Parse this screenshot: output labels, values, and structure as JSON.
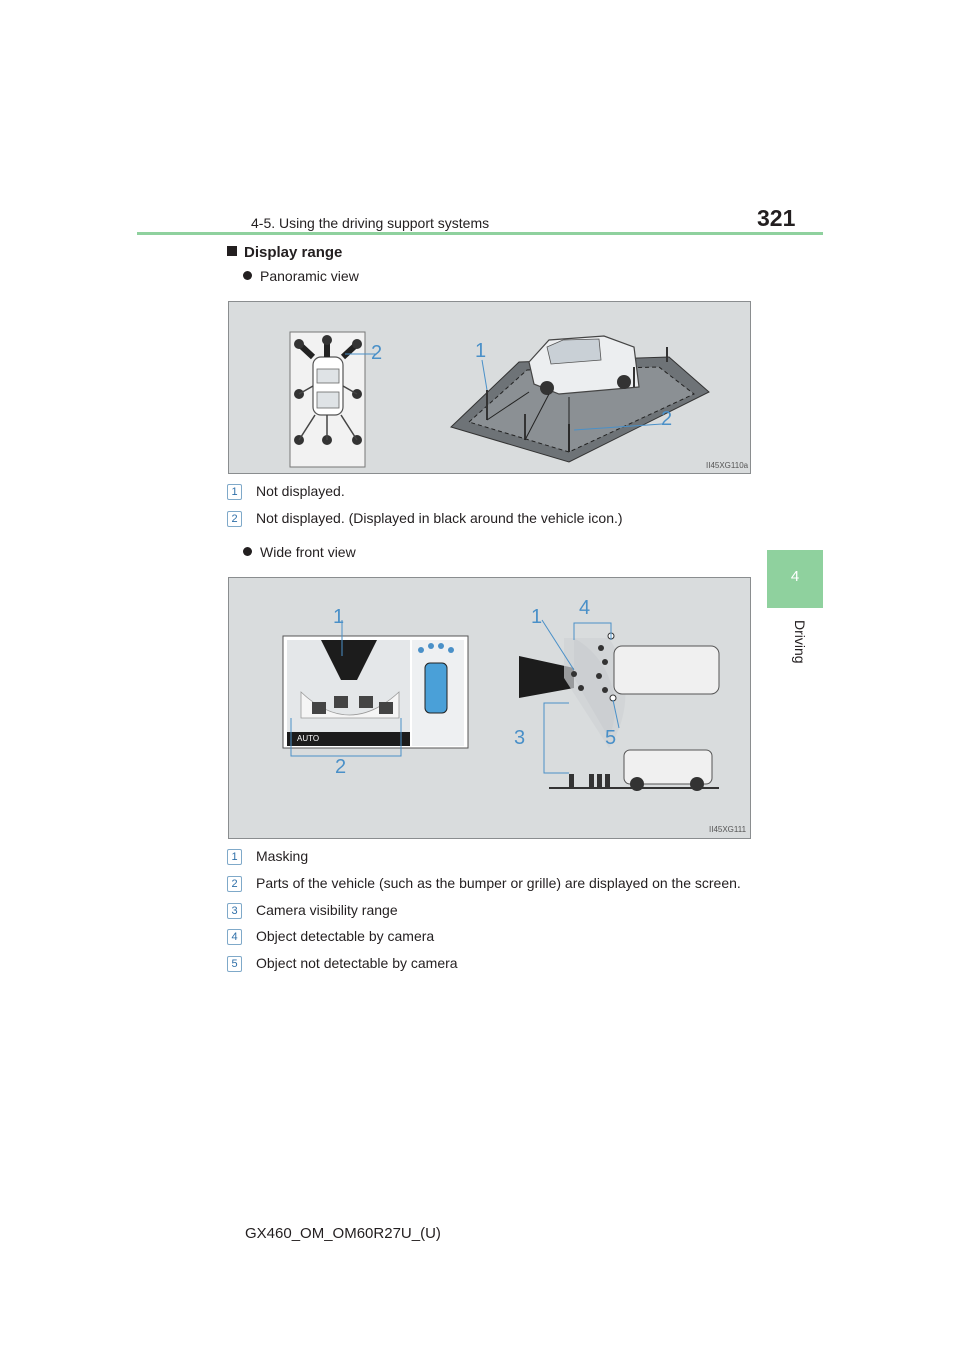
{
  "header": {
    "section": "4-5. Using the driving support systems",
    "page_number": "321"
  },
  "side_tab": {
    "number": "4",
    "label": "Driving"
  },
  "heading": "Display range",
  "panoramic": {
    "bullet": "Panoramic view",
    "figure_code": "II45XG110a",
    "callouts": [
      "2",
      "1",
      "2"
    ],
    "items": [
      {
        "num": "1",
        "text": "Not displayed."
      },
      {
        "num": "2",
        "text": "Not displayed. (Displayed in black around the vehicle icon.)"
      }
    ]
  },
  "wide_front": {
    "bullet": "Wide front view",
    "figure_code": "II45XG111",
    "screen_auto_label": "AUTO",
    "callouts": [
      "1",
      "2",
      "1",
      "4",
      "3",
      "5"
    ],
    "items": [
      {
        "num": "1",
        "text": "Masking"
      },
      {
        "num": "2",
        "text": "Parts of the vehicle (such as the bumper or grille) are displayed on the screen."
      },
      {
        "num": "3",
        "text": "Camera visibility range"
      },
      {
        "num": "4",
        "text": "Object detectable by camera"
      },
      {
        "num": "5",
        "text": "Object not detectable by camera"
      }
    ]
  },
  "footer": "GX460_OM_OM60R27U_(U)",
  "colors": {
    "accent_green": "#8fd19e",
    "callout_blue": "#4a90c8",
    "figure_bg": "#d9dcdd"
  }
}
